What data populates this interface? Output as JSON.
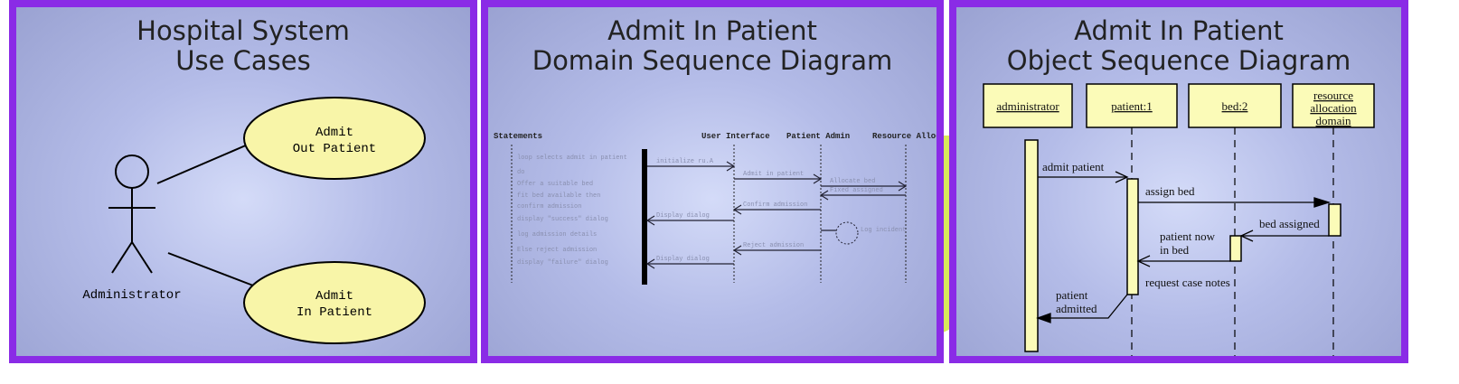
{
  "panels": [
    {
      "title_l1": "Hospital System",
      "title_l2": "Use Cases",
      "actor": "Administrator",
      "use_cases": [
        {
          "l1": "Admit",
          "l2": "Out Patient"
        },
        {
          "l1": "Admit",
          "l2": "In Patient"
        }
      ]
    },
    {
      "title_l1": "Admit In Patient",
      "title_l2": "Domain Sequence Diagram",
      "columns": [
        "Statements",
        "User Interface",
        "Patient Admin",
        "Resource Alloc"
      ],
      "statements": [
        "loop selects admit in patient",
        "do",
        "Offer a suitable bed",
        "fit bed available then",
        "  confirm admission",
        "  display \"success\" dialog",
        "  log admission details",
        "Else reject admission",
        "  display \"failure\" dialog"
      ],
      "messages": [
        "initialize ru.A",
        "Admit in patient",
        "Allocate bed",
        "Fixed assigned",
        "Confirm admission",
        "Display dialog",
        "Log incident",
        "Reject admission",
        "Display dialog"
      ]
    },
    {
      "title_l1": "Admit In Patient",
      "title_l2": "Object Sequence Diagram",
      "objects": [
        "administrator",
        "patient:1",
        "bed:2",
        "resource",
        "allocation",
        "domain"
      ],
      "messages": [
        "admit patient",
        "assign bed",
        "bed assigned",
        "patient now",
        "in bed",
        "request case notes",
        "patient",
        "admitted"
      ]
    }
  ],
  "colors": {
    "border": "#8a2be6",
    "note": "#fbfbb8"
  }
}
